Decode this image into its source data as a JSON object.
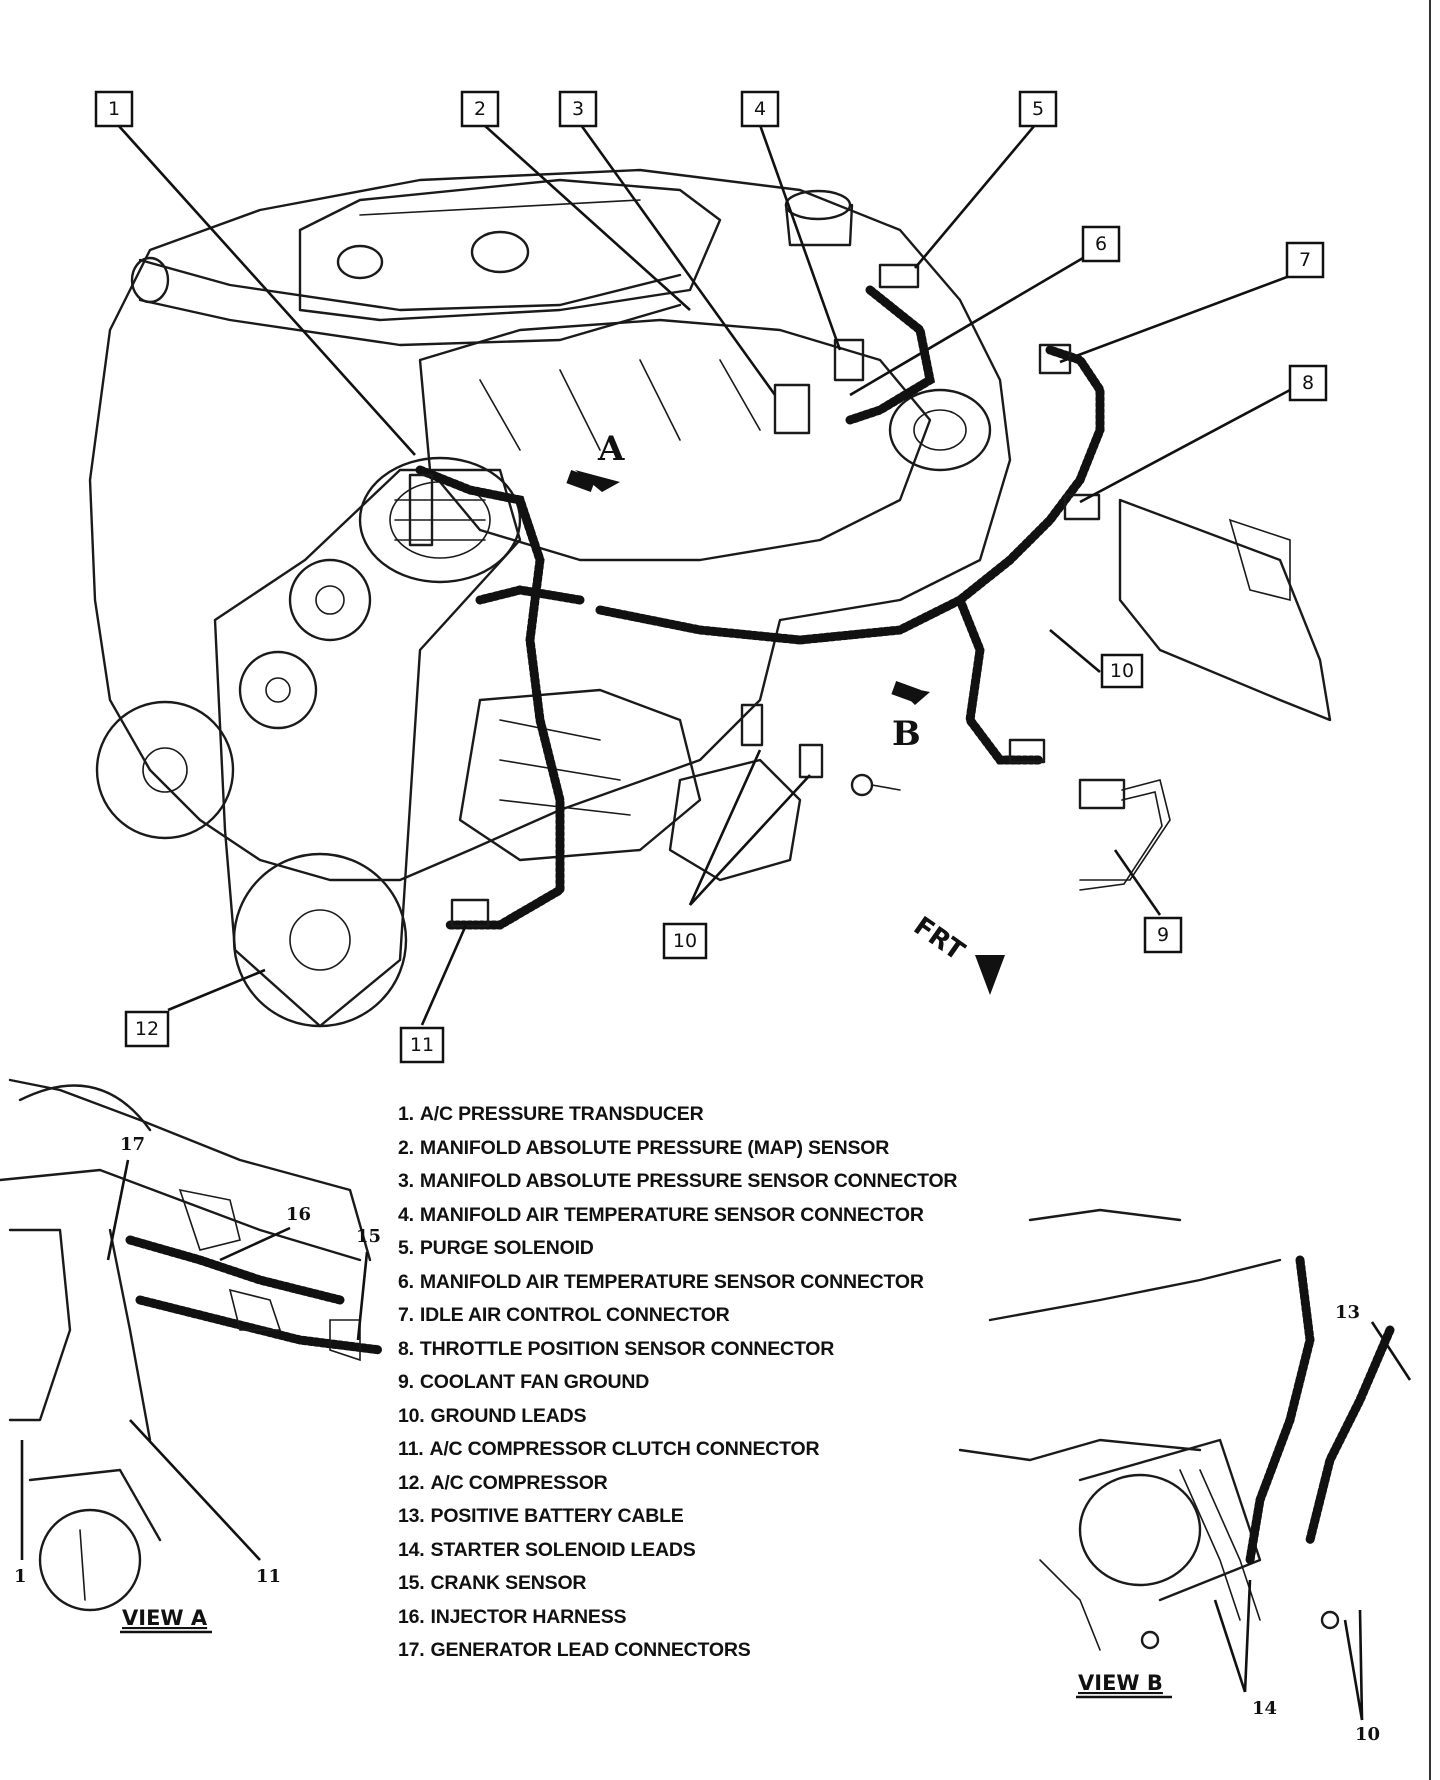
{
  "main_view": {
    "callouts": [
      "1",
      "2",
      "3",
      "4",
      "5",
      "6",
      "7",
      "8",
      "9",
      "10",
      "10",
      "11",
      "12"
    ],
    "view_a_marker": "A",
    "view_b_marker": "B",
    "front_marker": "FRT"
  },
  "view_a": {
    "label": "VIEW A",
    "numbers": [
      "17",
      "16",
      "15",
      "1",
      "11"
    ]
  },
  "view_b": {
    "label": "VIEW B",
    "numbers": [
      "13",
      "14",
      "10"
    ]
  },
  "legend": [
    {
      "num": "1.",
      "text": "A/C PRESSURE TRANSDUCER"
    },
    {
      "num": "2.",
      "text": "MANIFOLD ABSOLUTE PRESSURE (MAP) SENSOR"
    },
    {
      "num": "3.",
      "text": "MANIFOLD ABSOLUTE PRESSURE SENSOR CONNECTOR"
    },
    {
      "num": "4.",
      "text": "MANIFOLD AIR TEMPERATURE SENSOR CONNECTOR"
    },
    {
      "num": "5.",
      "text": "PURGE SOLENOID"
    },
    {
      "num": "6.",
      "text": "MANIFOLD AIR TEMPERATURE SENSOR CONNECTOR"
    },
    {
      "num": "7.",
      "text": "IDLE AIR CONTROL CONNECTOR"
    },
    {
      "num": "8.",
      "text": "THROTTLE POSITION SENSOR CONNECTOR"
    },
    {
      "num": "9.",
      "text": "COOLANT FAN GROUND"
    },
    {
      "num": "10.",
      "text": "GROUND LEADS"
    },
    {
      "num": "11.",
      "text": "A/C COMPRESSOR CLUTCH CONNECTOR"
    },
    {
      "num": "12.",
      "text": "A/C COMPRESSOR"
    },
    {
      "num": "13.",
      "text": "POSITIVE BATTERY CABLE"
    },
    {
      "num": "14.",
      "text": "STARTER SOLENOID LEADS"
    },
    {
      "num": "15.",
      "text": "CRANK SENSOR"
    },
    {
      "num": "16.",
      "text": "INJECTOR HARNESS"
    },
    {
      "num": "17.",
      "text": "GENERATOR LEAD CONNECTORS"
    }
  ]
}
